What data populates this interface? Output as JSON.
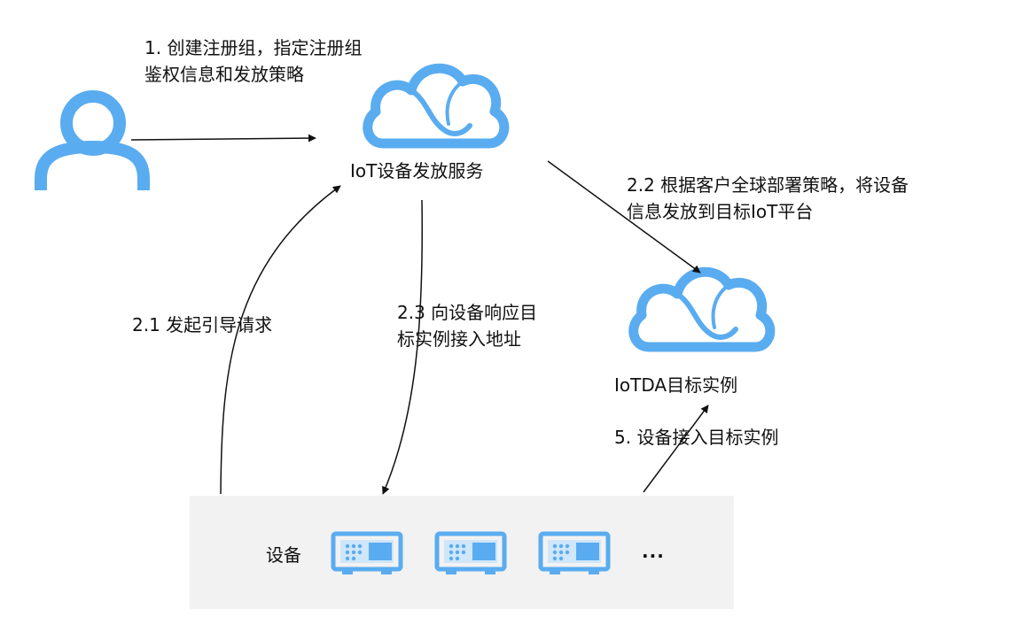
{
  "steps": {
    "step1": [
      "1. 创建注册组，指定注册组",
      "鉴权信息和发放策略"
    ],
    "step2_1": "2.1 发起引导请求",
    "step2_2": [
      "2.2 根据客户全球部署策略，将设备",
      "信息发放到目标IoT平台"
    ],
    "step2_3": [
      "2.3 向设备响应目",
      "标实例接入地址"
    ],
    "step5": "5. 设备接入目标实例"
  },
  "nodes": {
    "provisioning_service": "IoT设备发放服务",
    "iotda_instance": "IoTDA目标实例",
    "devices_label": "设备",
    "more": "..."
  },
  "icons": {
    "user": "user-icon",
    "cloud": "cloud-icon",
    "device": "device-icon"
  },
  "colors": {
    "accent": "#5aacf0",
    "panel": "#f2f2f2",
    "arrow": "#111111"
  }
}
